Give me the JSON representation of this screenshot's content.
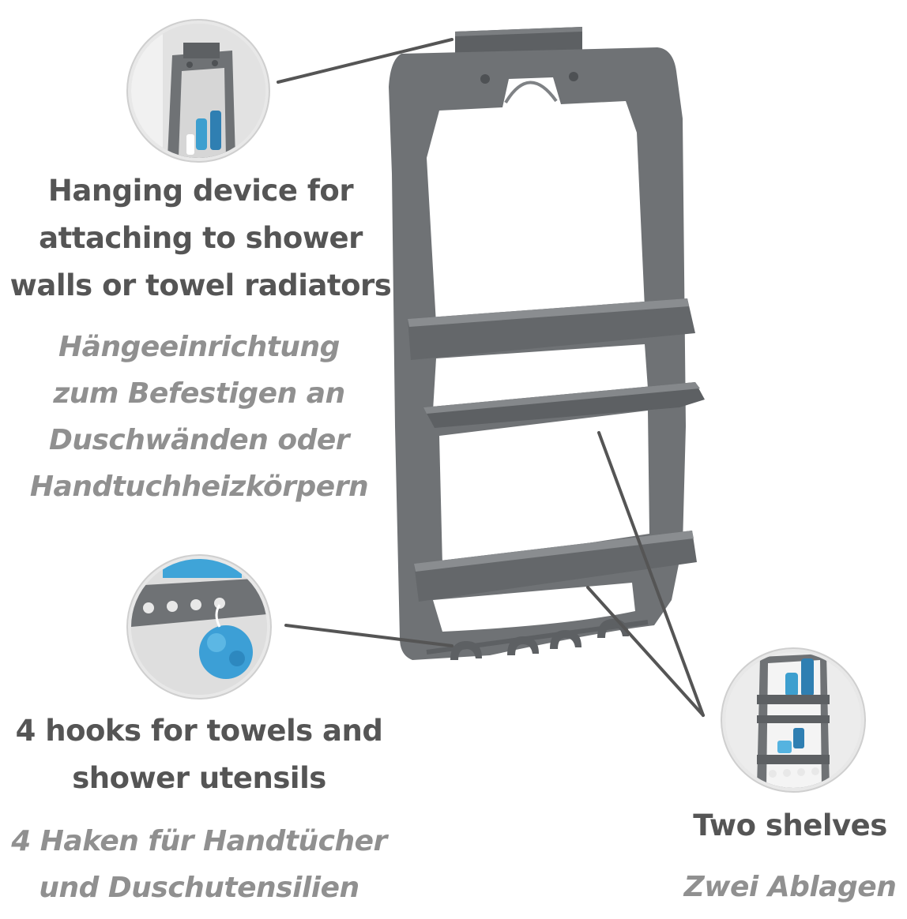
{
  "callouts": {
    "hanging": {
      "en_lines": [
        "Hanging device for",
        "attaching to shower",
        "walls or towel radiators"
      ],
      "de_lines": [
        "Hängeeinrichtung",
        "zum Befestigen an",
        "Duschwänden oder",
        "Handtuchheizkörpern"
      ]
    },
    "hooks": {
      "en_lines": [
        "4 hooks for towels and",
        "shower utensils"
      ],
      "de_lines": [
        "4 Haken für Handtücher",
        "und Duschutensilien"
      ]
    },
    "shelves": {
      "en_lines": [
        "Two shelves"
      ],
      "de_lines": [
        "Zwei Ablagen"
      ]
    }
  },
  "colors": {
    "product": "#6f7275",
    "product_dark": "#5d6063",
    "text_en": "#555555",
    "text_de": "#909090",
    "leader_line": "#555555"
  }
}
